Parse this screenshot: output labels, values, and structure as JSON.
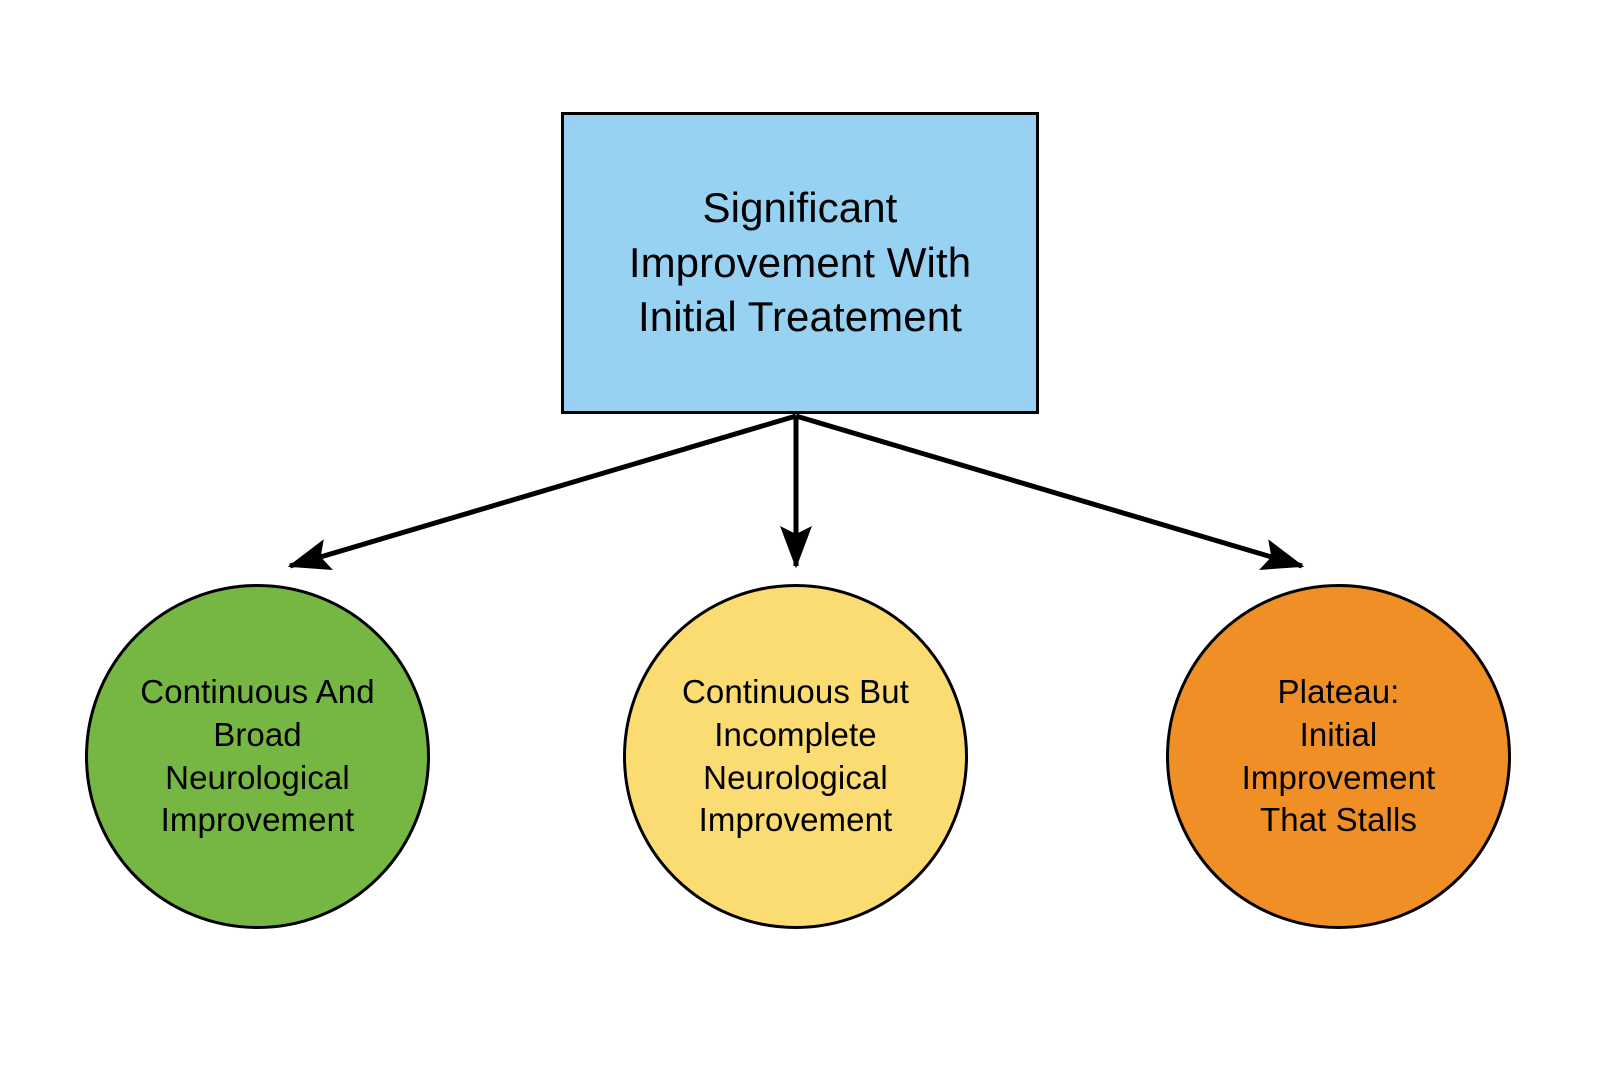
{
  "diagram": {
    "title": "Significant Improvement With Initial Treatement",
    "type": "flowchart",
    "background_color": "#ffffff",
    "edge_color": "#000000",
    "nodes": {
      "root": {
        "id": "root",
        "label": "Significant\nImprovement With\nInitial Treatement",
        "shape": "rectangle",
        "fill": "#97d2f2",
        "stroke": "#000000"
      },
      "green": {
        "id": "green",
        "label": "Continuous And\nBroad\nNeurological\nImprovement",
        "shape": "circle",
        "fill": "#76b743",
        "stroke": "#000000"
      },
      "yellow": {
        "id": "yellow",
        "label": "Continuous But\nIncomplete\nNeurological\nImprovement",
        "shape": "circle",
        "fill": "#fbdc72",
        "stroke": "#000000"
      },
      "orange": {
        "id": "orange",
        "label": "Plateau:\nInitial\nImprovement\nThat Stalls",
        "shape": "circle",
        "fill": "#ef8f25",
        "stroke": "#000000"
      }
    },
    "edges": [
      {
        "from": "root",
        "to": "green",
        "label": "",
        "arrowhead": "filled-triangle"
      },
      {
        "from": "root",
        "to": "yellow",
        "label": "",
        "arrowhead": "filled-triangle"
      },
      {
        "from": "root",
        "to": "orange",
        "label": "",
        "arrowhead": "filled-triangle"
      }
    ]
  }
}
